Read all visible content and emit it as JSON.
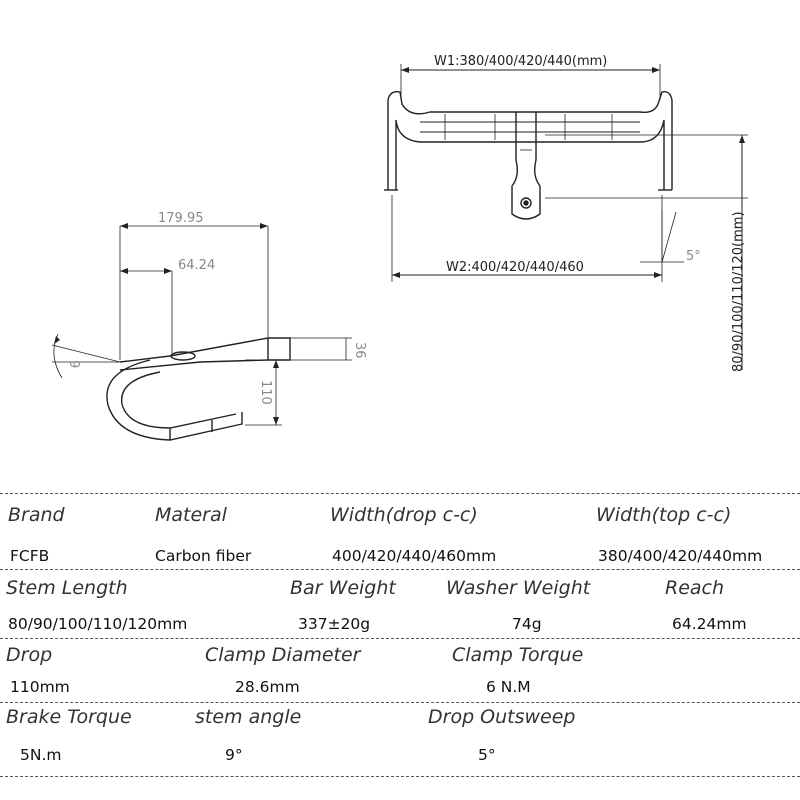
{
  "diagram": {
    "top_width_label": "W1:380/400/420/440(mm)",
    "drop_width_label": "W2:400/420/440/460",
    "stem_length_label": "80/90/100/110/120(mm)",
    "outsweep_label": "5°",
    "side_total_label": "179.95",
    "side_reach_label": "64.24",
    "side_angle_label": "9",
    "side_height_label": "36",
    "side_drop_label": "110"
  },
  "specs": {
    "row1": {
      "headers": [
        "Brand",
        "Materal",
        "Width(drop c-c)",
        "Width(top c-c)"
      ],
      "values": [
        "FCFB",
        "Carbon fiber",
        "400/420/440/460mm",
        "380/400/420/440mm"
      ]
    },
    "row2": {
      "headers": [
        "Stem Length",
        "Bar Weight",
        "Washer Weight",
        "Reach"
      ],
      "values": [
        "80/90/100/110/120mm",
        "337±20g",
        "74g",
        "64.24mm"
      ]
    },
    "row3": {
      "headers": [
        "Drop",
        "Clamp Diameter",
        "Clamp Torque"
      ],
      "values": [
        "110mm",
        "28.6mm",
        "6 N.M"
      ]
    },
    "row4": {
      "headers": [
        "Brake Torque",
        "stem angle",
        "Drop Outsweep"
      ],
      "values": [
        "5N.m",
        "9°",
        "5°"
      ]
    }
  }
}
